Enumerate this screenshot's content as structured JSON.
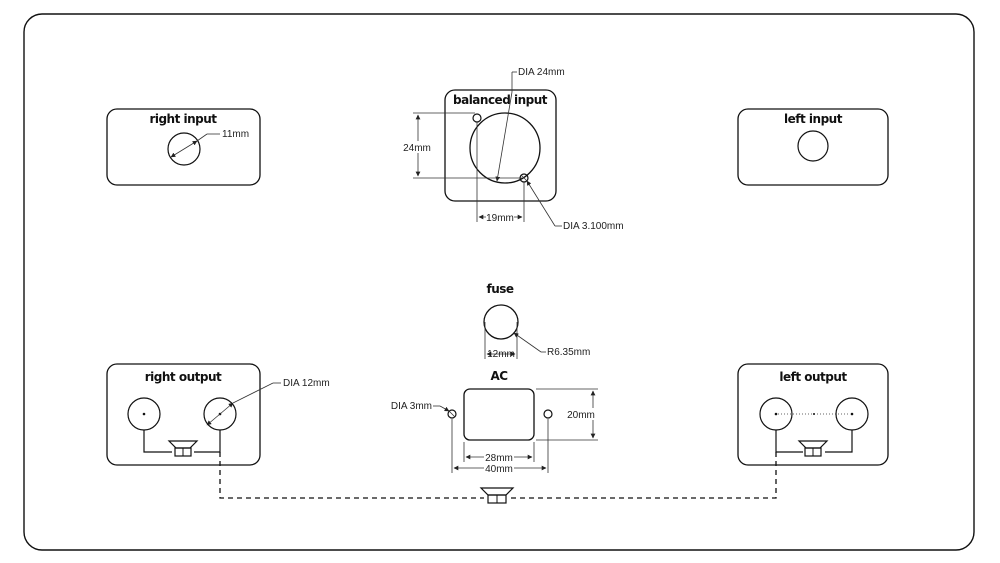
{
  "labels": {
    "right_input": "right input",
    "balanced_input": "balanced input",
    "left_input": "left input",
    "fuse": "fuse",
    "ac": "AC",
    "right_output": "right output",
    "left_output": "left output"
  },
  "dims": {
    "right_input_hole": "11mm",
    "balanced_dia": "DIA 24mm",
    "balanced_height": "24mm",
    "balanced_spacing": "19mm",
    "balanced_screw": "DIA 3.100mm",
    "fuse_width": "12mm",
    "fuse_radius": "R6.35mm",
    "ac_screw": "DIA 3mm",
    "ac_height": "20mm",
    "ac_width": "28mm",
    "ac_screw_spacing": "40mm",
    "output_dia": "DIA 12mm"
  },
  "colors": {
    "stroke": "#111111",
    "background": "#ffffff"
  }
}
